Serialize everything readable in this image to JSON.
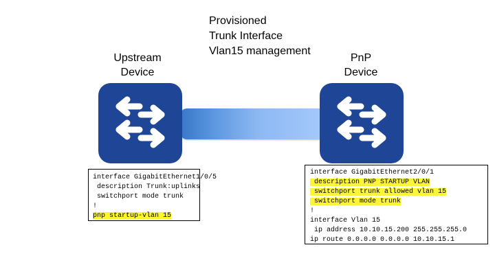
{
  "link": {
    "label_lines": [
      "Provisioned",
      "Trunk Interface",
      "Vlan15 management"
    ],
    "gradient_colors": [
      "#3878c9",
      "#a3c8fb"
    ]
  },
  "devices": {
    "upstream": {
      "label_lines": [
        "Upstream",
        "Device"
      ],
      "icon": "switch-arrows-icon",
      "color": "#1f4696"
    },
    "pnp": {
      "label_lines": [
        "PnP",
        "Device"
      ],
      "icon": "switch-arrows-icon",
      "color": "#1f4696"
    }
  },
  "configs": {
    "upstream": [
      {
        "text": "interface GigabitEthernet1/0/5",
        "highlight": false
      },
      {
        "text": " description Trunk:uplinks",
        "highlight": false
      },
      {
        "text": " switchport mode trunk",
        "highlight": false
      },
      {
        "text": "!",
        "highlight": false
      },
      {
        "text": "pnp startup-vlan 15",
        "highlight": true
      }
    ],
    "pnp": [
      {
        "text": "interface GigabitEthernet2/0/1",
        "highlight": false
      },
      {
        "text": " description PNP STARTUP VLAN",
        "highlight": true
      },
      {
        "text": " switchport trunk allowed vlan 15",
        "highlight": true
      },
      {
        "text": " switchport mode trunk",
        "highlight": true
      },
      {
        "text": "!",
        "highlight": false
      },
      {
        "text": "interface Vlan 15",
        "highlight": false
      },
      {
        "text": " ip address 10.10.15.200 255.255.255.0",
        "highlight": false
      },
      {
        "text": "ip route 0.0.0.0 0.0.0.0 10.10.15.1",
        "highlight": false
      }
    ],
    "highlight_color": "#fbf533"
  }
}
